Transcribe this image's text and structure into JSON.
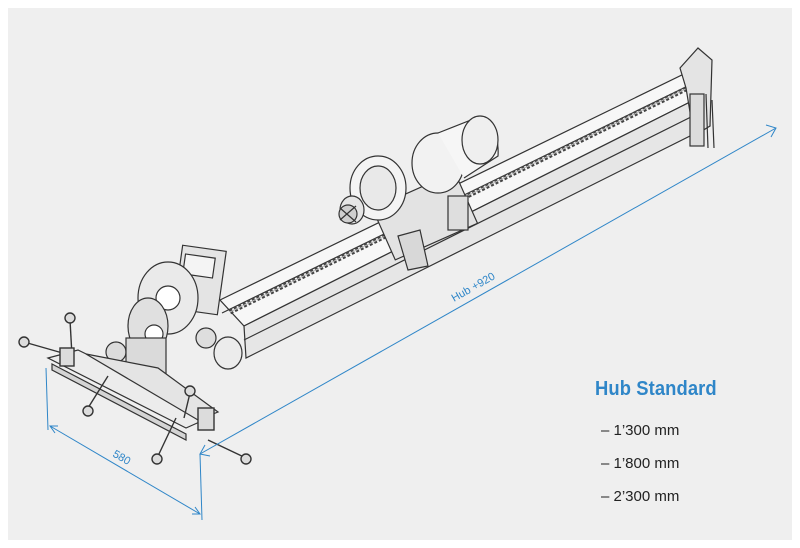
{
  "dimensions": {
    "stroke_label": "Hub +920",
    "width_label": "580"
  },
  "spec": {
    "title": "Hub Standard",
    "items": [
      "– 1’300 mm",
      "– 1’800 mm",
      "– 2’300 mm"
    ]
  },
  "colors": {
    "accent": "#2f86c8",
    "line": "#333333",
    "background": "#efefef"
  }
}
